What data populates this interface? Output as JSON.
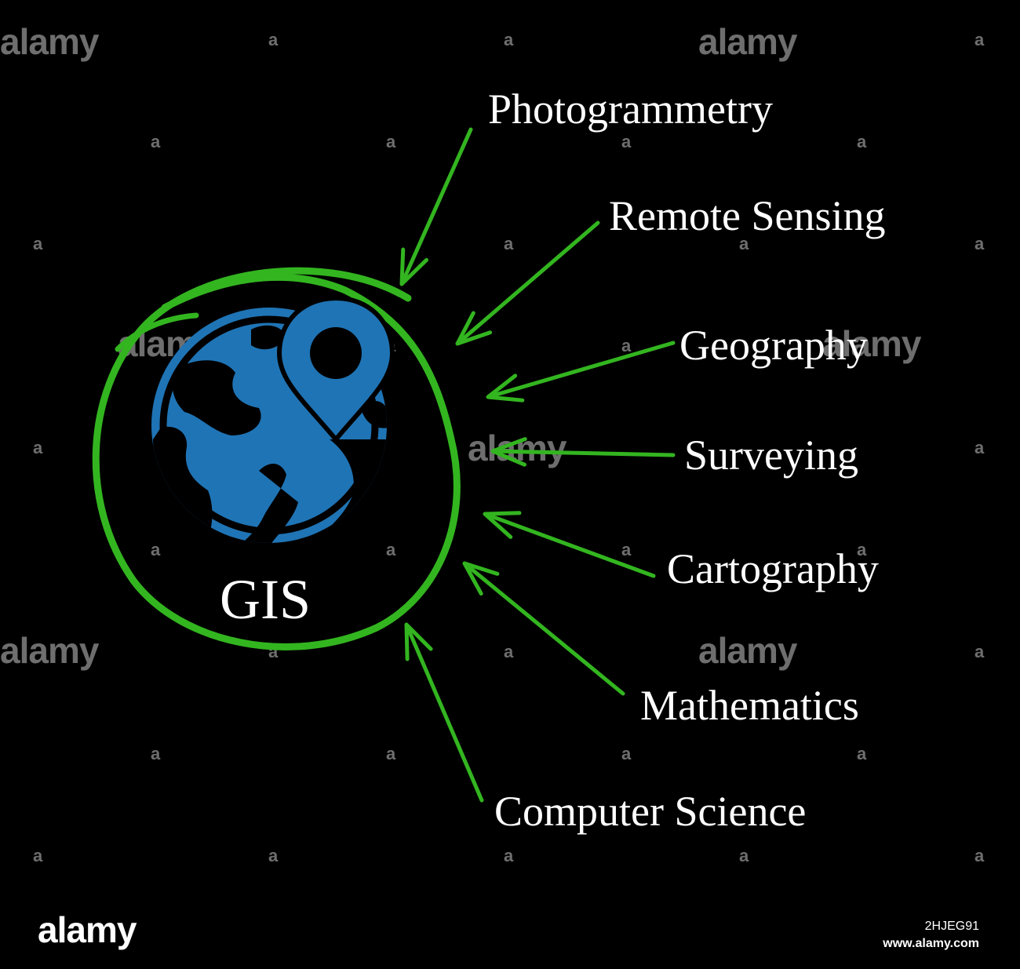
{
  "center": {
    "label": "GIS"
  },
  "disciplines": [
    {
      "label": "Photogrammetry"
    },
    {
      "label": "Remote Sensing"
    },
    {
      "label": "Geography"
    },
    {
      "label": "Surveying"
    },
    {
      "label": "Cartography"
    },
    {
      "label": "Mathematics"
    },
    {
      "label": "Computer Science"
    }
  ],
  "watermark": {
    "logo_text": "alamy",
    "mark_text": "a"
  },
  "footer": {
    "logo": "alamy",
    "image_id": "2HJEG91",
    "site": "www.alamy.com"
  },
  "colors": {
    "background": "#000000",
    "arrow": "#33b520",
    "ring": "#33b520",
    "globe": "#1f74b5",
    "text": "#ffffff"
  },
  "icons": {
    "globe": "globe-icon",
    "pin": "map-pin-icon"
  }
}
